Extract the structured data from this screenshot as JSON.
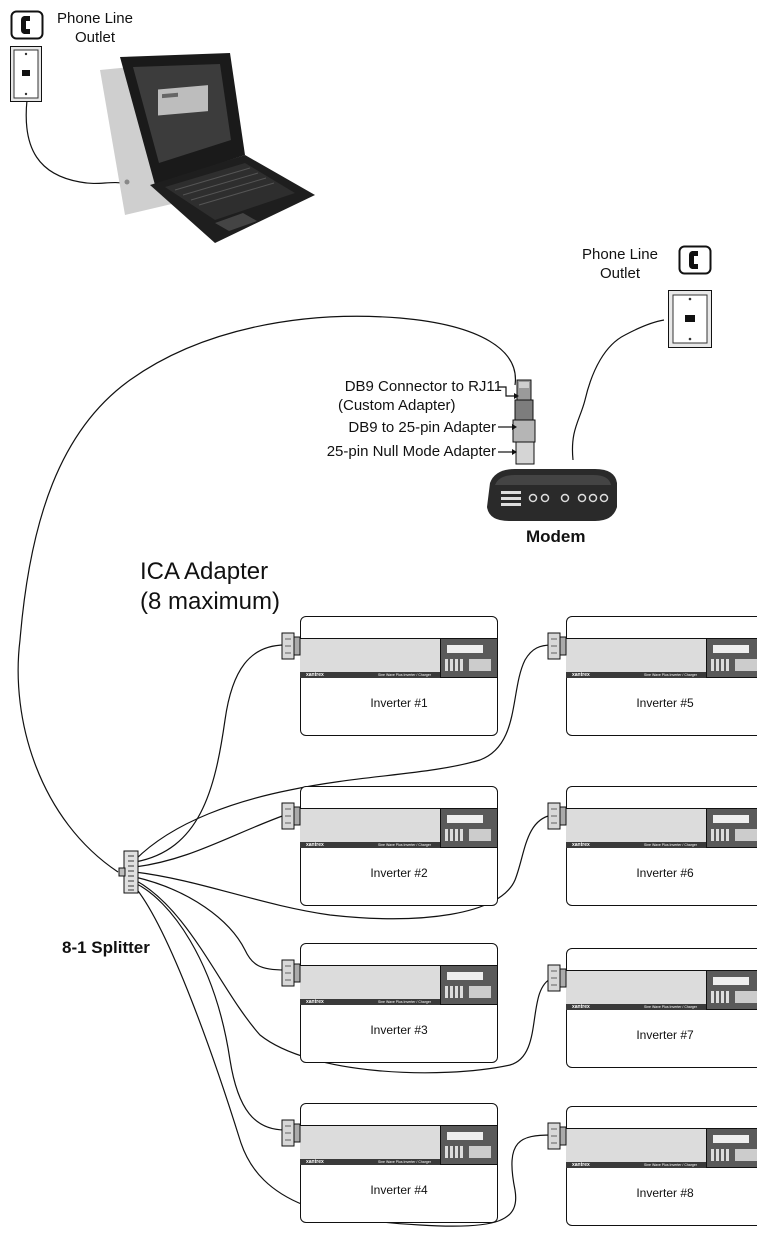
{
  "outlet_top": {
    "label_line1": "Phone Line",
    "label_line2": "Outlet"
  },
  "outlet_right": {
    "label_line1": "Phone Line",
    "label_line2": "Outlet"
  },
  "adapters": {
    "db9_rj11_line1": "DB9 Connector to RJ11",
    "db9_rj11_line2": "(Custom Adapter)",
    "db9_25pin": "DB9 to 25-pin Adapter",
    "null_mode": "25-pin Null Mode Adapter"
  },
  "modem": {
    "label": "Modem"
  },
  "ica": {
    "line1": "ICA Adapter",
    "line2": "(8 maximum)"
  },
  "splitter": {
    "label": "8-1 Splitter"
  },
  "inverters": [
    {
      "label": "Inverter #1",
      "brand": "xantrex",
      "model": "Sine Wave Plus Inverter / Charger"
    },
    {
      "label": "Inverter #2",
      "brand": "xantrex",
      "model": "Sine Wave Plus Inverter / Charger"
    },
    {
      "label": "Inverter #3",
      "brand": "xantrex",
      "model": "Sine Wave Plus Inverter / Charger"
    },
    {
      "label": "Inverter #4",
      "brand": "xantrex",
      "model": "Sine Wave Plus Inverter / Charger"
    },
    {
      "label": "Inverter #5",
      "brand": "xantrex",
      "model": "Sine Wave Plus Inverter / Charger"
    },
    {
      "label": "Inverter #6",
      "brand": "xantrex",
      "model": "Sine Wave Plus Inverter / Charger"
    },
    {
      "label": "Inverter #7",
      "brand": "xantrex",
      "model": "Sine Wave Plus Inverter / Charger"
    },
    {
      "label": "Inverter #8",
      "brand": "xantrex",
      "model": "Sine Wave Plus Inverter / Charger"
    }
  ],
  "icons": [
    "phone-handset-icon",
    "phone-jack-icon",
    "laptop-icon",
    "modem-icon",
    "splitter-icon",
    "db-connector-icon"
  ],
  "colors": {
    "line": "#111111",
    "panel": "#5a5a5a",
    "strip": "#3a3a3a",
    "face": "#dcdcdc"
  }
}
